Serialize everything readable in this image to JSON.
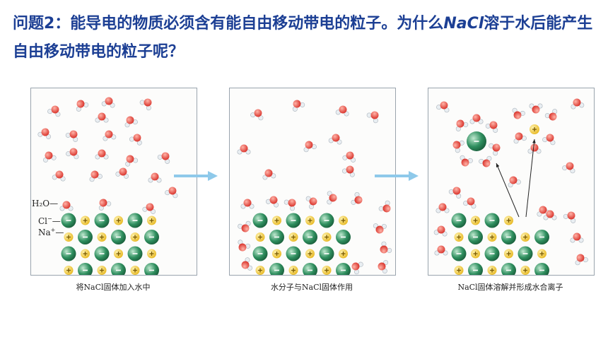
{
  "question": {
    "prefix": "问题2：能导电的物质必须含有能自由移动带电的粒子。为什么",
    "formula": "NaCl",
    "suffix": "溶于水后能产生自由移动带电的粒子呢？"
  },
  "labels": {
    "water": "H₂O",
    "chloride": "Cl",
    "chloride_charge": "−",
    "sodium": "Na",
    "sodium_charge": "+"
  },
  "captions": [
    "将NaCl固体加入水中",
    "水分子与NaCl固体作用",
    "NaCl固体溶解并形成水合离子"
  ],
  "colors": {
    "question_text": "#1c3f94",
    "chloride_ion": "#2f8f5f",
    "sodium_ion": "#e8b923",
    "water_oxygen": "#d9322a",
    "arrow": "#8ec9ea"
  }
}
